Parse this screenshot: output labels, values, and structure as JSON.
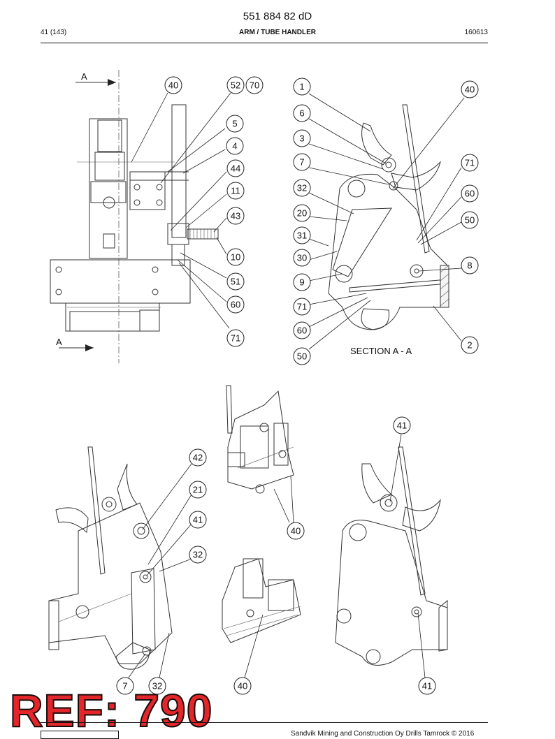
{
  "header": {
    "doc_number": "551 884 82 dD",
    "page": "41 (143)",
    "section_title": "ARM / TUBE HANDLER",
    "date_code": "160613"
  },
  "footer": {
    "copyright": "Sandvik Mining and Construction Oy Drills Tamrock © 2016"
  },
  "stamp": {
    "text": "REF: 790",
    "color": "#e3262a"
  },
  "section": {
    "view_marker": "A",
    "caption": "SECTION A - A"
  },
  "callouts": {
    "front_view": [
      "40",
      "52",
      "70",
      "5",
      "4",
      "44",
      "11",
      "43",
      "10",
      "51",
      "60",
      "71"
    ],
    "section_view": [
      "1",
      "40",
      "6",
      "3",
      "71",
      "7",
      "60",
      "32",
      "20",
      "50",
      "31",
      "30",
      "8",
      "9",
      "71",
      "60",
      "2",
      "50"
    ],
    "left_iso": [
      "42",
      "21",
      "41",
      "32",
      "7",
      "32"
    ],
    "center_iso": [
      "40",
      "40"
    ],
    "right_iso": [
      "41",
      "41"
    ]
  }
}
